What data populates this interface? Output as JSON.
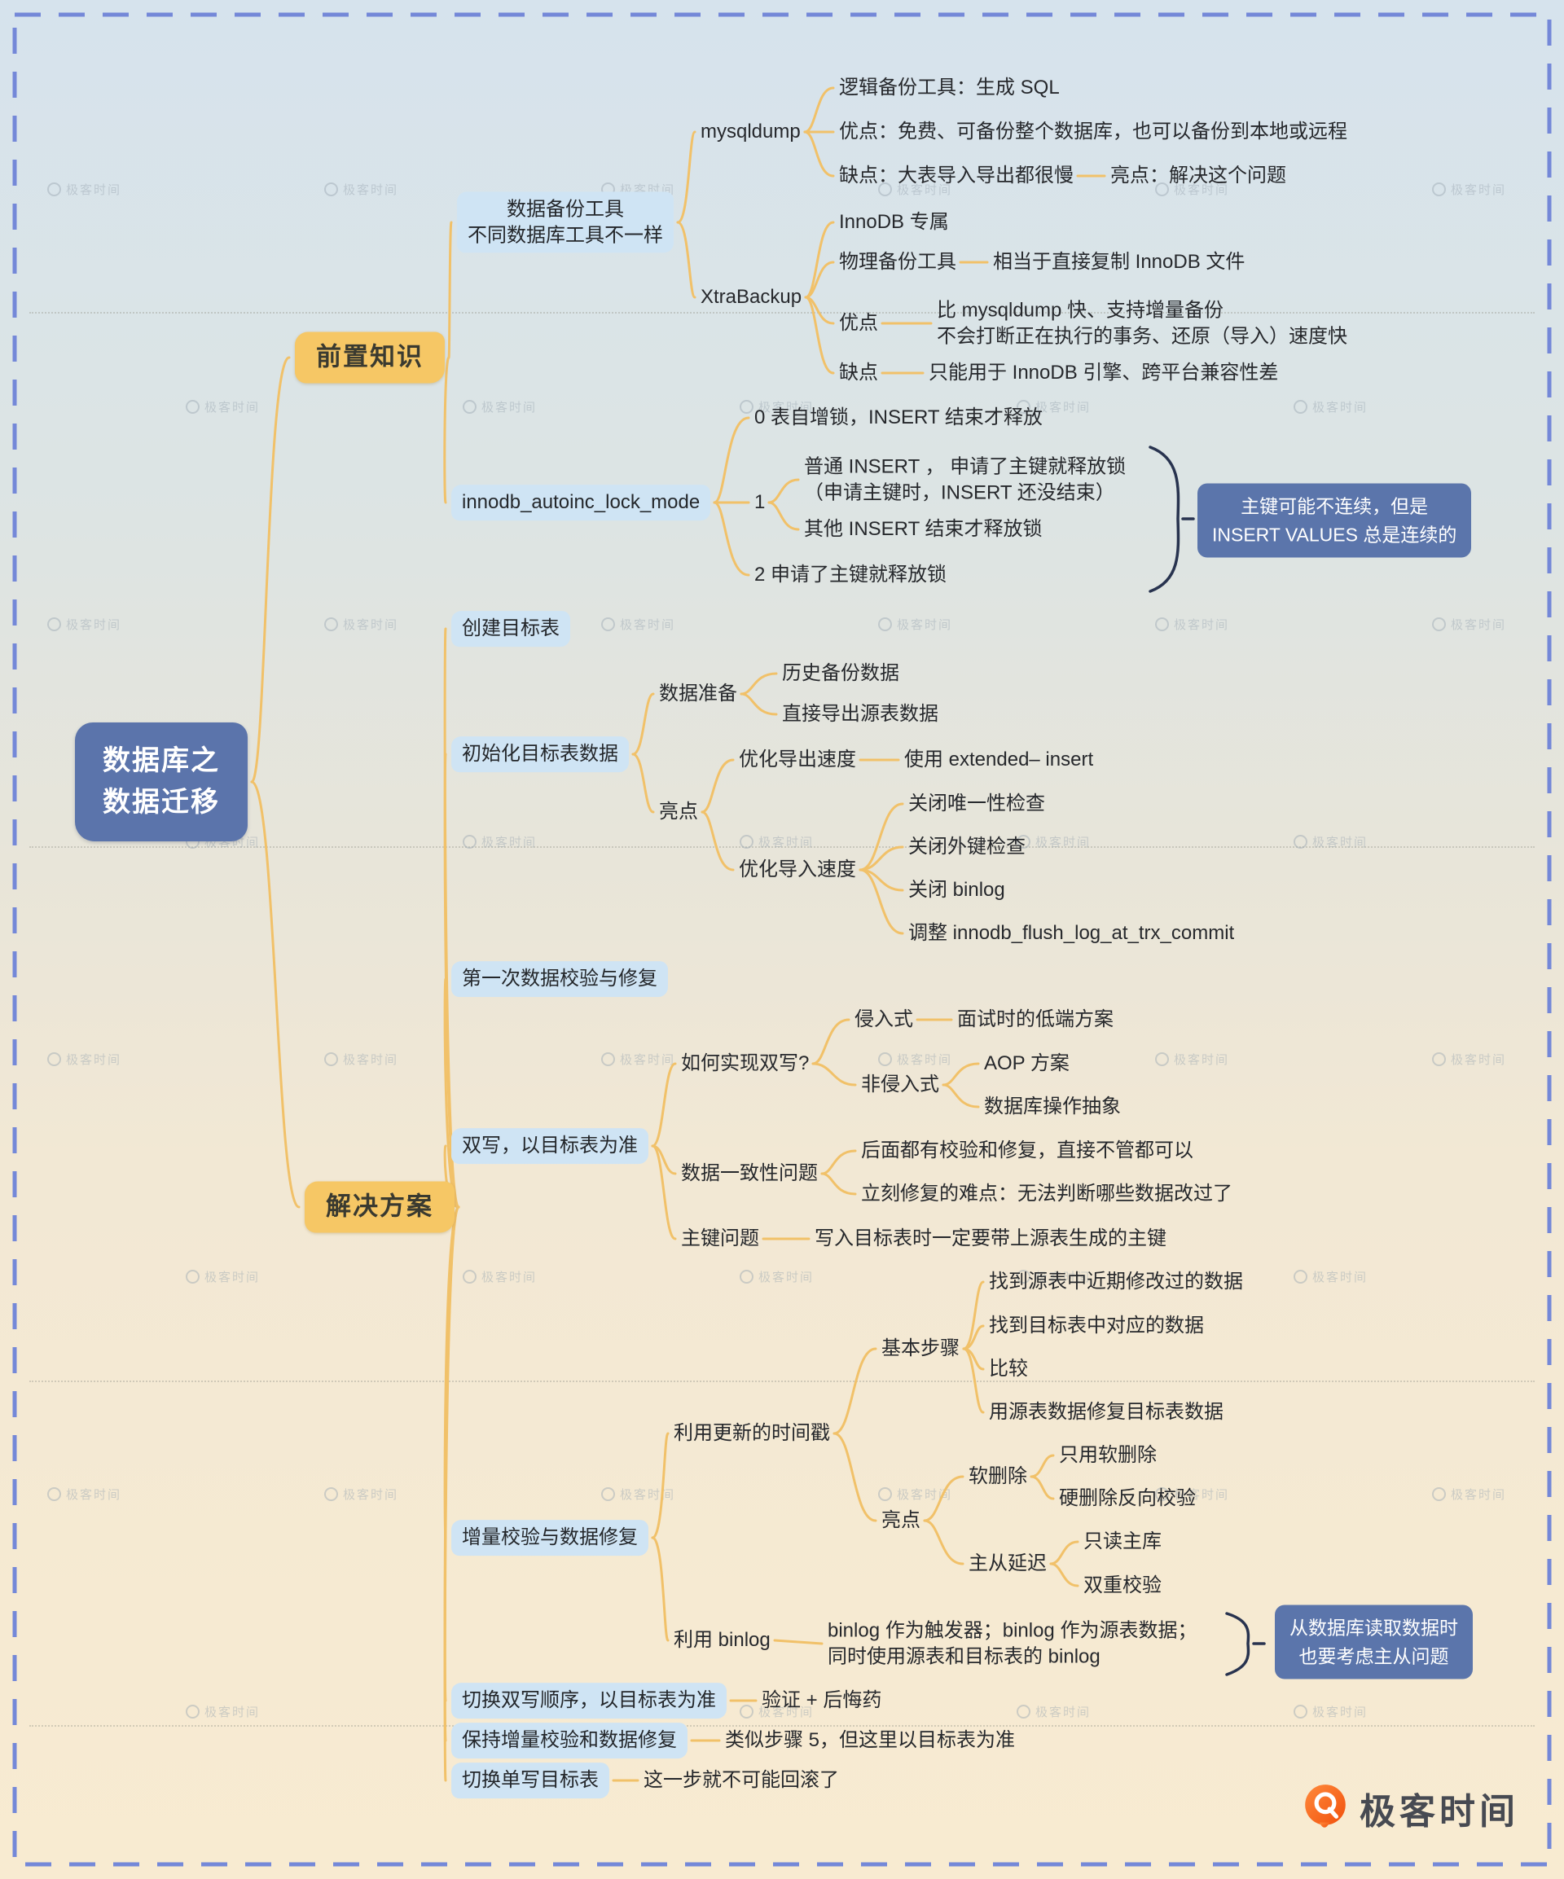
{
  "watermark": {
    "text": "极客时间"
  },
  "brand": {
    "name": "极客时间"
  },
  "colors": {
    "connector": "#f1c169",
    "root_bg": "#5b74ab",
    "branch_bg": "#f6c765",
    "topic_bg": "#cfe4f4",
    "note_bg": "#5b75ab",
    "border_dash": "#7488d8",
    "logo_orange": "#f55e15"
  },
  "map": {
    "root": {
      "label": "数据库之\n数据迁移"
    },
    "prerequisite": {
      "label": "前置知识",
      "backup_tools": {
        "label": "数据备份工具\n不同数据库工具不一样",
        "mysqldump": {
          "label": "mysqldump",
          "logical": "逻辑备份工具：生成 SQL",
          "pros": "优点：免费、可备份整个数据库，也可以备份到本地或远程",
          "cons": "缺点：大表导入导出都很慢",
          "cons_highlight": "亮点：解决这个问题"
        },
        "xtrabackup": {
          "label": "XtraBackup",
          "innodb_only": "InnoDB 专属",
          "physical": "物理备份工具",
          "physical_note": "相当于直接复制 InnoDB 文件",
          "pros_label": "优点",
          "pros": "比 mysqldump 快、支持增量备份\n不会打断正在执行的事务、还原（导入）速度快",
          "cons_label": "缺点",
          "cons": "只能用于 InnoDB 引擎、跨平台兼容性差"
        }
      },
      "autoinc_lock_mode": {
        "label": "innodb_autoinc_lock_mode",
        "mode0": "0 表自增锁，INSERT 结束才释放",
        "mode1": "1",
        "mode1_normal": "普通 INSERT ， 申请了主键就释放锁\n（申请主键时，INSERT 还没结束）",
        "mode1_other": "其他 INSERT 结束才释放锁",
        "mode2": "2 申请了主键就释放锁",
        "note": "主键可能不连续，但是\nINSERT VALUES 总是连续的"
      }
    },
    "solution": {
      "label": "解决方案",
      "step1": {
        "label": "创建目标表"
      },
      "step2": {
        "label": "初始化目标表数据",
        "data_prep": {
          "label": "数据准备",
          "history": "历史备份数据",
          "direct": "直接导出源表数据"
        },
        "highlight": {
          "label": "亮点",
          "export": {
            "label": "优化导出速度",
            "detail": "使用 extended– insert"
          },
          "import": {
            "label": "优化导入速度",
            "unique": "关闭唯一性检查",
            "fk": "关闭外键检查",
            "binlog": "关闭 binlog",
            "flush": "调整 innodb_flush_log_at_trx_commit"
          }
        }
      },
      "step3": {
        "label": "第一次数据校验与修复"
      },
      "step4": {
        "label": "双写，以目标表为准",
        "how": {
          "label": "如何实现双写?",
          "intrusive": "侵入式",
          "intrusive_note": "面试时的低端方案",
          "non_intrusive": "非侵入式",
          "aop": "AOP 方案",
          "db_abstract": "数据库操作抽象"
        },
        "consistency": {
          "label": "数据一致性问题",
          "later_fix": "后面都有校验和修复，直接不管都可以",
          "hard": "立刻修复的难点：无法判断哪些数据改过了"
        },
        "pk": {
          "label": "主键问题",
          "detail": "写入目标表时一定要带上源表生成的主键"
        }
      },
      "step5": {
        "label": "增量校验与数据修复",
        "timestamp": {
          "label": "利用更新的时间戳",
          "steps": {
            "label": "基本步骤",
            "s1": "找到源表中近期修改过的数据",
            "s2": "找到目标表中对应的数据",
            "s3": "比较",
            "s4": "用源表数据修复目标表数据"
          },
          "highlight": {
            "label": "亮点",
            "soft_delete": {
              "label": "软删除",
              "only": "只用软删除",
              "reverse": "硬删除反向校验"
            },
            "replication_lag": {
              "label": "主从延迟",
              "master": "只读主库",
              "double": "双重校验"
            }
          }
        },
        "binlog": {
          "label": "利用 binlog",
          "detail": "binlog 作为触发器；binlog 作为源表数据；\n同时使用源表和目标表的 binlog",
          "note": "从数据库读取数据时\n也要考虑主从问题"
        }
      },
      "step6": {
        "label": "切换双写顺序，以目标表为准",
        "detail": "验证 + 后悔药"
      },
      "step7": {
        "label": "保持增量校验和数据修复",
        "detail": "类似步骤 5，但这里以目标表为准"
      },
      "step8": {
        "label": "切换单写目标表",
        "detail": "这一步就不可能回滚了"
      }
    }
  }
}
